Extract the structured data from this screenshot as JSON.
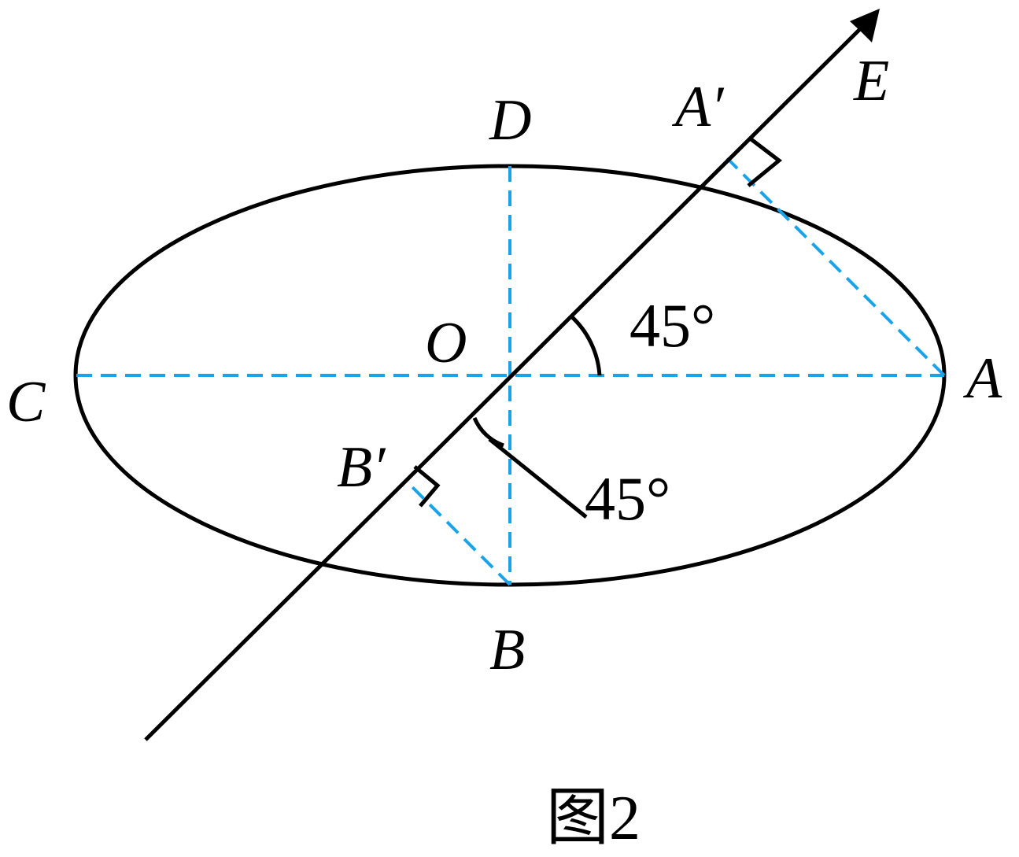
{
  "figure": {
    "caption": "图2",
    "points": {
      "A": "A",
      "B": "B",
      "C": "C",
      "D": "D",
      "O": "O",
      "E": "E",
      "A_prime": "A′",
      "B_prime": "B′"
    },
    "angles": {
      "upper": "45°",
      "lower": "45°"
    },
    "colors": {
      "outline": "#000000",
      "dashed_lines": "#1aa3e8"
    }
  }
}
